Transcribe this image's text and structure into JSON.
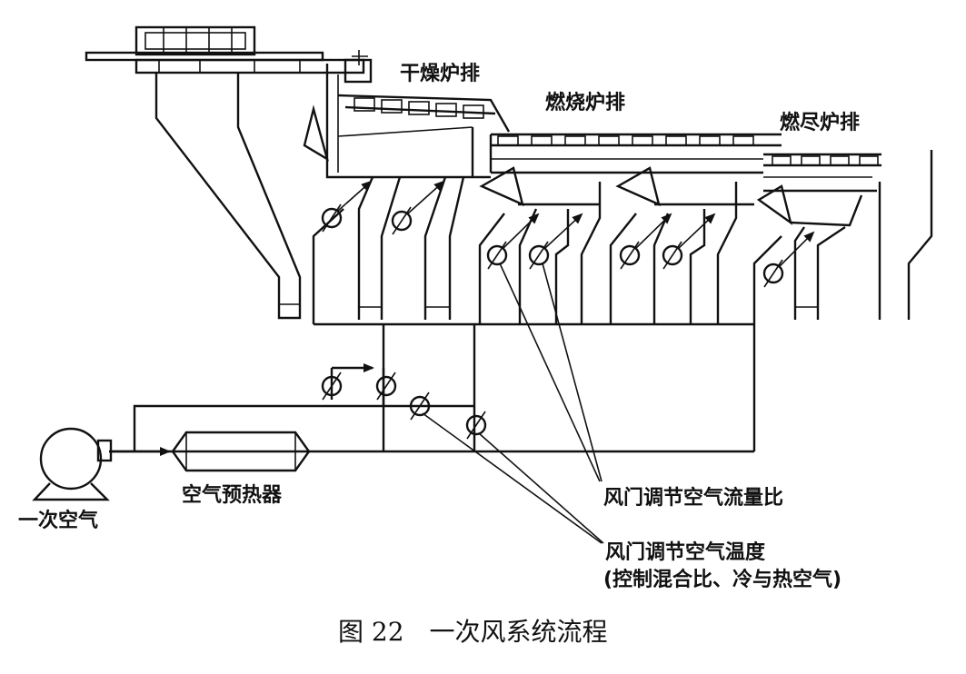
{
  "labels": {
    "drying_grate": "干燥炉排",
    "combustion_grate": "燃烧炉排",
    "burnout_grate": "燃尽炉排",
    "primary_air": "一次空气",
    "air_preheater": "空气预热器",
    "damper_flow_ratio": "风门调节空气流量比",
    "damper_temperature": "风门调节空气温度",
    "damper_temperature_note": "(控制混合比、冷与热空气)"
  },
  "caption": "图 22　一次风系统流程",
  "colors": {
    "ink": "#111111",
    "background": "#ffffff"
  },
  "icons": [
    "fan-icon",
    "air-preheater-icon",
    "damper-valve-icon",
    "grate-icon",
    "hopper-icon",
    "arrow-icon"
  ]
}
